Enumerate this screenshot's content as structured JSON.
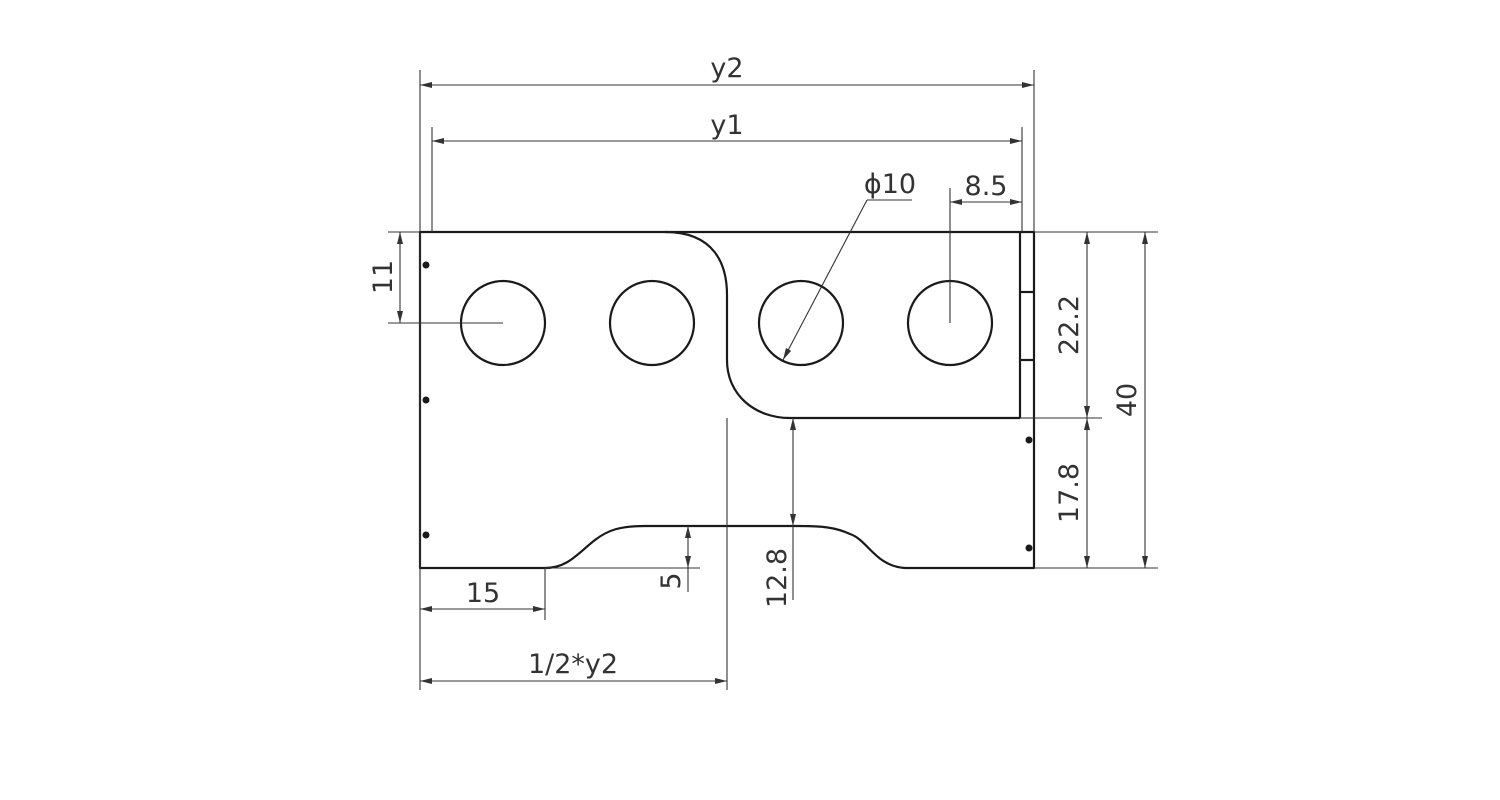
{
  "colors": {
    "line": "#1a1a1a",
    "dimension": "#333333",
    "background": "#ffffff"
  },
  "dimensions": {
    "overall_width": "y2",
    "inner_width": "y1",
    "hole_diameter": "ϕ10",
    "right_offset": "8.5",
    "top_to_hole_center": "11",
    "upper_height": "22.2",
    "total_height": "40",
    "lower_height": "17.8",
    "notch_to_bottom": "12.8",
    "notch_depth": "5",
    "left_flat": "15",
    "half_width": "1/2*y2"
  }
}
